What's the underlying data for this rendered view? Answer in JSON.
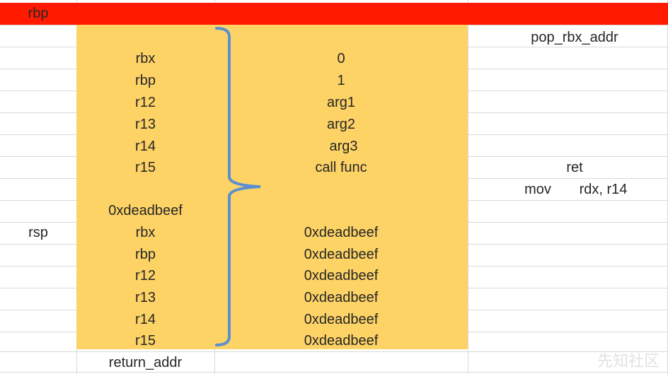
{
  "left_col": {
    "rbp": "rbp",
    "rsp": "rsp"
  },
  "reg_col": {
    "rbx_1": "rbx",
    "rbp_1": "rbp",
    "r12_1": "r12",
    "r13_1": "r13",
    "r14_1": "r14",
    "r15_1": "r15",
    "deadbeef_label": "0xdeadbeef",
    "rbx_2": "rbx",
    "rbp_2": "rbp",
    "r12_2": "r12",
    "r13_2": "r13",
    "r14_2": "r14",
    "r15_2": "r15",
    "return_addr": "return_addr"
  },
  "val_col": {
    "v_rbx_1": "0",
    "v_rbp_1": "1",
    "v_r12_1": "arg1",
    "v_r13_1": "arg2",
    "v_r14_1": "arg3",
    "v_r15_1": "call func",
    "v_rbx_2": "0xdeadbeef",
    "v_rbp_2": "0xdeadbeef",
    "v_r12_2": "0xdeadbeef",
    "v_r13_2": "0xdeadbeef",
    "v_r14_2": "0xdeadbeef",
    "v_r15_2": "0xdeadbeef"
  },
  "right_col": {
    "pop_rbx_addr": "pop_rbx_addr",
    "ret": "ret",
    "mov": "mov",
    "mov_operands": "rdx, r14"
  },
  "watermark": "先知社区",
  "colors": {
    "red_band": "#ff1a00",
    "highlight": "#fed366",
    "brace": "#5b8fd0",
    "grid": "#d9d9d9"
  }
}
